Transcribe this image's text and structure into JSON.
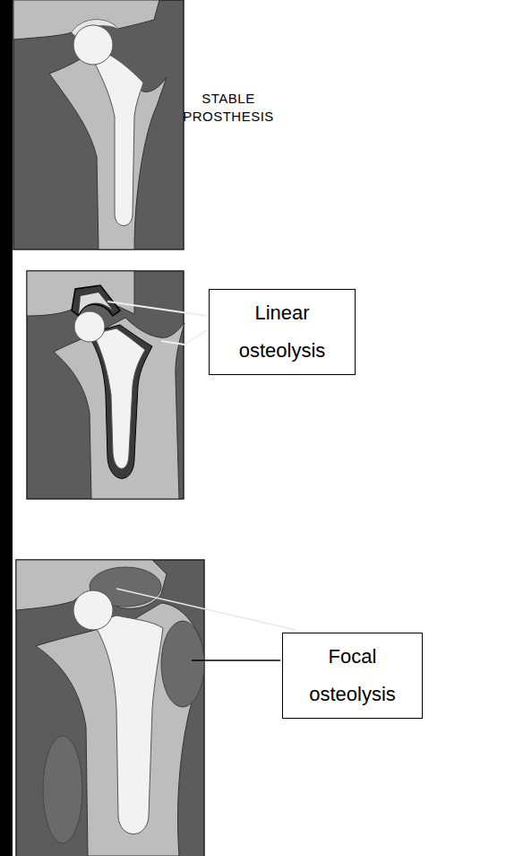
{
  "diagram": {
    "nodes": [
      {
        "text": [
          "Linear osteolysis"
        ]
      },
      {
        "text": [
          "Focal osteolysis"
        ]
      }
    ],
    "labels": [
      "STABLE PROSTHESIS"
    ]
  }
}
